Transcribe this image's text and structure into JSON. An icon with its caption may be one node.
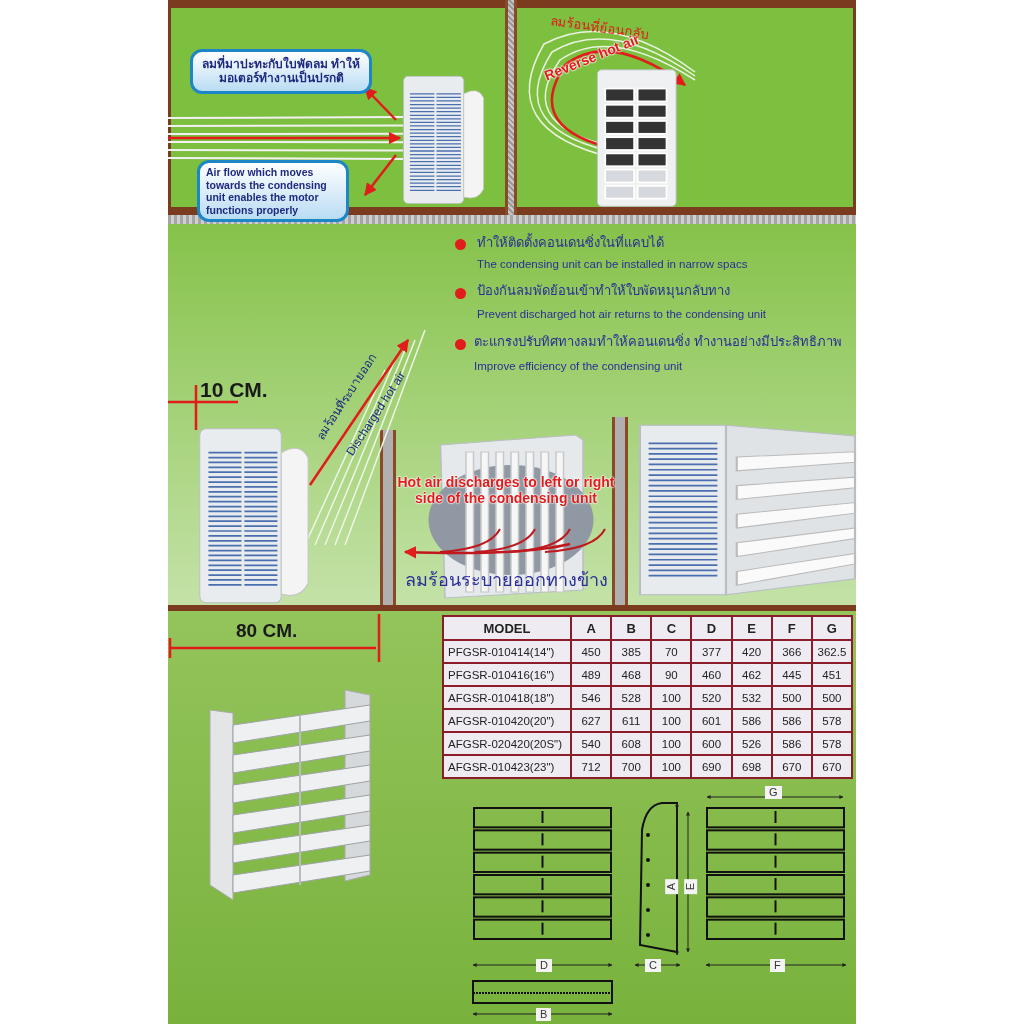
{
  "diagram": {
    "nodes": [
      {
        "text": [
          "ลมที่มาปะทะกับใบพัดลม ทำให้มอเตอร์ทำงานเป็นปรกติ"
        ]
      },
      {
        "text": [
          "Air flow which moves towards the condensing unit enables the motor functions properly"
        ]
      }
    ],
    "labels": [
      "ลมร้อนที่ย้อนกลับ",
      "Reverse hot air",
      "ทำให้ติดตั้งคอนเดนซิ่งในที่แคบได้",
      "The condensing unit can be installed in narrow spacs",
      "ป้องกันลมพัดย้อนเข้าทำให้ใบพัดหมุนกลับทาง",
      "Prevent discharged hot air returns to the condensing unit",
      "ตะแกรงปรับทิศทางลมทำให้คอนเดนซิ่ง ทำงานอย่างมีประสิทธิภาพ",
      "Improve efficiency of the condensing unit",
      "10 CM.",
      "ลมร้อนที่ระบายออก",
      "Discharged hot air",
      "Hot air discharges to left or right side of the condensing unit",
      "ลมร้อนระบายออกทางข้าง",
      "80 CM.",
      "MODEL",
      "A",
      "B",
      "C",
      "D",
      "E",
      "F",
      "G",
      "PFGSR-010414(14\")",
      "450",
      "385",
      "70",
      "377",
      "420",
      "366",
      "362.5",
      "PFGSR-010416(16\")",
      "489",
      "468",
      "90",
      "460",
      "462",
      "445",
      "451",
      "AFGSR-010418(18\")",
      "546",
      "528",
      "100",
      "520",
      "532",
      "500",
      "500",
      "AFGSR-010420(20\")",
      "627",
      "611",
      "100",
      "601",
      "586",
      "586",
      "578",
      "AFGSR-020420(20S\")",
      "540",
      "608",
      "100",
      "600",
      "526",
      "586",
      "578",
      "AFGSR-010423(23\")",
      "712",
      "700",
      "100",
      "690",
      "698",
      "670",
      "670",
      "G",
      "A",
      "E",
      "D",
      "C",
      "F",
      "B"
    ]
  }
}
